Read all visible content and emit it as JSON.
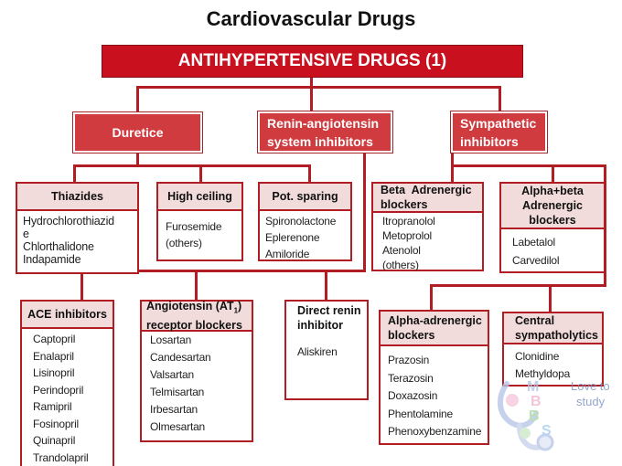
{
  "title": "Cardiovascular Drugs",
  "main_heading": "ANTIHYPERTENSIVE DRUGS (1)",
  "categories": {
    "diuretics": "Duretice",
    "ras": [
      "Renin-angiotensin",
      "system inhibitors"
    ],
    "sympathetic": [
      "Sympathetic",
      "inhibitors"
    ]
  },
  "thiazides": {
    "header": "Thiazides",
    "items": [
      "Hydrochlorothiazid",
      "e",
      "Chlorthalidone",
      "Indapamide"
    ]
  },
  "high_ceiling": {
    "header": "High ceiling",
    "items": [
      "Furosemide",
      "(others)"
    ]
  },
  "pot_sparing": {
    "header": "Pot. sparing",
    "items": [
      "Spironolactone",
      "Eplerenone",
      "Amiloride"
    ]
  },
  "beta": {
    "header": [
      "Beta  Adrenergic",
      "blockers"
    ],
    "items": [
      "Itropranolol",
      "Metoprolol",
      "Atenolol",
      "(others)"
    ]
  },
  "alpha_beta": {
    "header": [
      "Alpha+beta",
      "Adrenergic",
      "blockers"
    ],
    "items": [
      "Labetalol",
      "Carvedilol"
    ]
  },
  "ace": {
    "header": "ACE inhibitors",
    "items": [
      "Captopril",
      "Enalapril",
      "Lisinopril",
      "Perindopril",
      "Ramipril",
      "Fosinopril",
      "Quinapril",
      "Trandolapril"
    ]
  },
  "arb": {
    "header_pre": "Angiotensin (AT",
    "header_sub": "1",
    "header_post": ")",
    "header_line2": "receptor blockers",
    "items": [
      "Losartan",
      "Candesartan",
      "Valsartan",
      "Telmisartan",
      "Irbesartan",
      "Olmesartan"
    ]
  },
  "renin": {
    "header": [
      "Direct renin",
      "inhibitor"
    ],
    "items": [
      "Aliskiren"
    ]
  },
  "alpha": {
    "header": [
      "Alpha-adrenergic",
      "blockers"
    ],
    "items": [
      "Prazosin",
      "Terazosin",
      "Doxazosin",
      "Phentolamine",
      "Phenoxybenzamine"
    ]
  },
  "central": {
    "header": [
      "Central",
      "sympatholytics"
    ],
    "items": [
      "Clonidine",
      "Methyldopa"
    ]
  },
  "watermark": [
    "Love to",
    "study"
  ],
  "colors": {
    "main_red": "#c8101e",
    "category_red": "#cf3b3f",
    "border_red": "#b21d24",
    "header_pink": "#f2dcdb"
  }
}
